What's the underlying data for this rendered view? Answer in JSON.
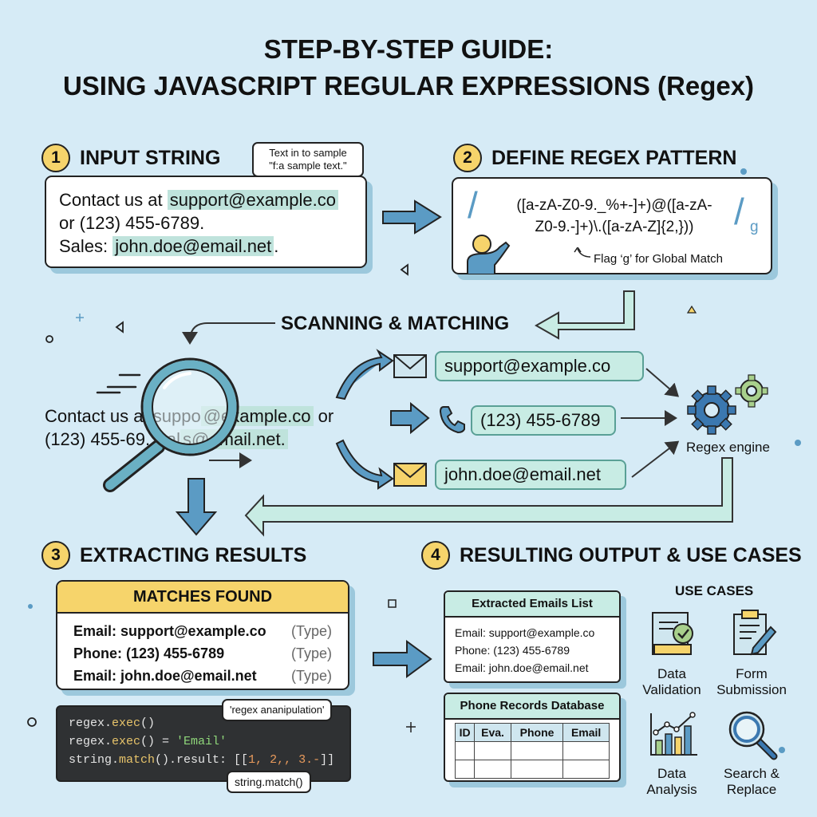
{
  "title": {
    "line1": "STEP-BY-STEP GUIDE:",
    "line2": "USING JAVASCRIPT REGULAR EXPRESSIONS (Regex)"
  },
  "step1": {
    "num": "1",
    "heading": "INPUT STRING",
    "bubble_line1": "Text in to sample",
    "bubble_line2": "\"f:a sample text.\"",
    "line1_prefix": "Contact us at ",
    "line1_email": "support@example.co",
    "line2": "or (123) 455-6789.",
    "line3_prefix": "Sales: ",
    "line3_email": "john.doe@email.net",
    "line3_suffix": "."
  },
  "step2": {
    "num": "2",
    "heading": "DEFINE REGEX PATTERN",
    "slash": "/",
    "pattern_line1": "([a-zA-Z0-9._%+-]+)@([a-zA-",
    "pattern_line2": "Z0-9.-]+)\\.([a-zA-Z]{2,}))",
    "flag": "g",
    "flag_note": "Flag ‘g’ for Global Match"
  },
  "scanning": {
    "heading": "SCANNING & MATCHING",
    "text_line1_a": "Contact us at suppo",
    "text_line1_b": "@example.co",
    "text_line1_c": " or",
    "text_line2_a": "(123) 455-6",
    "text_line2_b": "9. Sal",
    "text_line2_c": "s@email.net.",
    "matches": [
      "support@example.co",
      "(123) 455-6789",
      "john.doe@email.net"
    ],
    "engine_label": "Regex engine"
  },
  "step3": {
    "num": "3",
    "heading": "EXTRACTING RESULTS",
    "panel_title": "MATCHES FOUND",
    "rows": [
      {
        "label": "Email: support@example.co",
        "type": "(Type)"
      },
      {
        "label": "Phone: (123) 455-6789",
        "type": "(Type)"
      },
      {
        "label": "Email: john.doe@email.net",
        "type": "(Type)"
      }
    ],
    "code_bubble": "'regex ananipulation'",
    "code_line1_a": "regex.",
    "code_line1_b": "exec",
    "code_line1_c": "()",
    "code_line2_a": "regex.",
    "code_line2_b": "exec",
    "code_line2_c": "() = ",
    "code_line2_d": "'Email'",
    "code_line3_a": "string.",
    "code_line3_b": "match",
    "code_line3_c": "().result: [[",
    "code_line3_d": "1, 2,, 3.-",
    "code_line3_e": "]]",
    "code_tag": "string.match()"
  },
  "step4": {
    "num": "4",
    "heading": "RESULTING OUTPUT & USE CASES",
    "emails_title": "Extracted Emails List",
    "emails": [
      "Email: support@example.co",
      "Phone: (123) 455-6789",
      "Email: john.doe@email.net"
    ],
    "db_title": "Phone Records Database",
    "db_headers": [
      "ID",
      "Eva.",
      "Phone",
      "Email"
    ],
    "use_cases_title": "USE CASES",
    "use_cases": [
      {
        "line1": "Data",
        "line2": "Validation",
        "icon": "checklist-icon"
      },
      {
        "line1": "Form",
        "line2": "Submission",
        "icon": "clipboard-pencil-icon"
      },
      {
        "line1": "Data",
        "line2": "Analysis",
        "icon": "bar-chart-icon"
      },
      {
        "line1": "Search &",
        "line2": "Replace",
        "icon": "magnifier-icon"
      }
    ]
  },
  "colors": {
    "background": "#d6ebf6",
    "accent_yellow": "#f6d46b",
    "highlight_teal": "#bfe3dc",
    "arrow_blue": "#5b9bc4"
  }
}
